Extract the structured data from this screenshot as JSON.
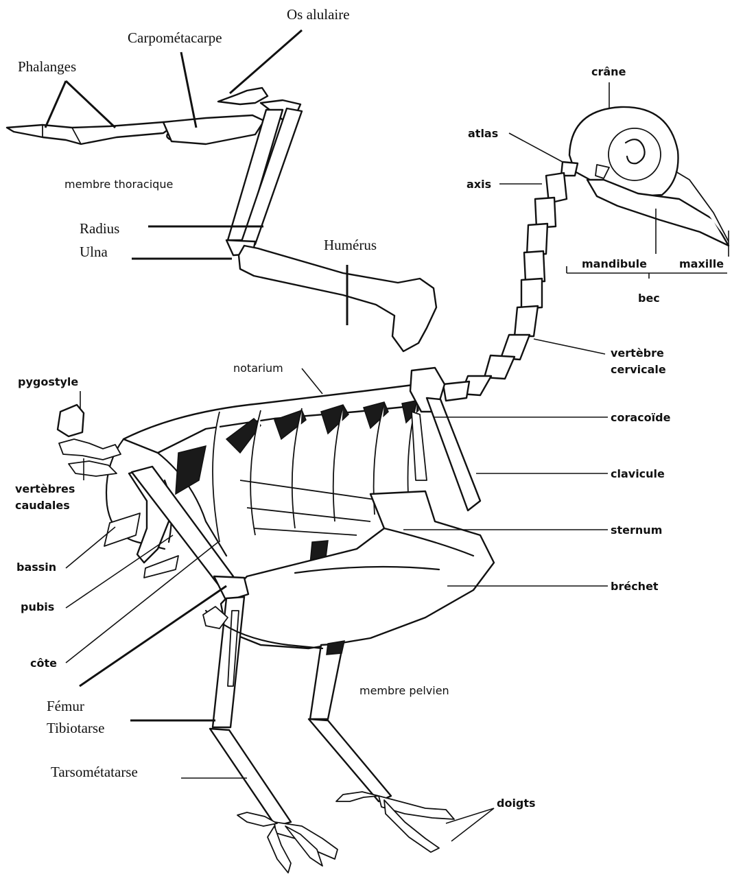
{
  "labels": {
    "os_alulaire": "Os alulaire",
    "carpometacarpe": "Carpométacarpe",
    "phalanges": "Phalanges",
    "membre_thoracique": "membre thoracique",
    "radius": "Radius",
    "ulna": "Ulna",
    "humerus": "Humérus",
    "crane": "crâne",
    "atlas": "atlas",
    "axis": "axis",
    "mandibule": "mandibule",
    "maxille": "maxille",
    "bec": "bec",
    "vertebre_cervicale_1": "vertèbre",
    "vertebre_cervicale_2": "cervicale",
    "notarium": "notarium",
    "pygostyle": "pygostyle",
    "coracoide": "coracoïde",
    "clavicule": "clavicule",
    "vertebres_caudales_1": "vertèbres",
    "vertebres_caudales_2": "caudales",
    "bassin": "bassin",
    "sternum": "sternum",
    "brechet": "bréchet",
    "pubis": "pubis",
    "cote": "côte",
    "femur": "Fémur",
    "tibiotarse": "Tibiotarse",
    "membre_pelvien": "membre pelvien",
    "tarsometatarse": "Tarsométatarse",
    "doigts": "doigts"
  }
}
